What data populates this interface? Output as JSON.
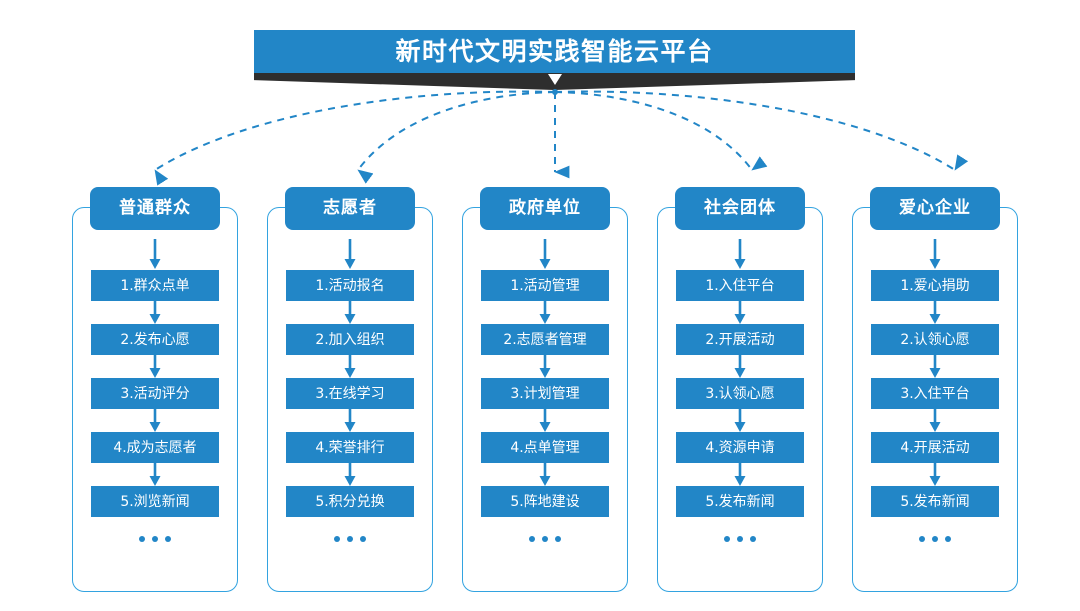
{
  "header": {
    "title": "新时代文明实践智能云平台",
    "chevron_icon": "chevron-down-icon"
  },
  "colors": {
    "primary_blue": "#2286c7",
    "outline_blue": "#33a3e0",
    "ribbon_dark": "#2e2e2e",
    "background": "#ffffff",
    "text_on_blue": "#ffffff"
  },
  "ellipsis": "•••",
  "columns": [
    {
      "title": "普通群众",
      "items": [
        "1.群众点单",
        "2.发布心愿",
        "3.活动评分",
        "4.成为志愿者",
        "5.浏览新闻"
      ]
    },
    {
      "title": "志愿者",
      "items": [
        "1.活动报名",
        "2.加入组织",
        "3.在线学习",
        "4.荣誉排行",
        "5.积分兑换"
      ]
    },
    {
      "title": "政府单位",
      "items": [
        "1.活动管理",
        "2.志愿者管理",
        "3.计划管理",
        "4.点单管理",
        "5.阵地建设"
      ]
    },
    {
      "title": "社会团体",
      "items": [
        "1.入住平台",
        "2.开展活动",
        "3.认领心愿",
        "4.资源申请",
        "5.发布新闻"
      ]
    },
    {
      "title": "爱心企业",
      "items": [
        "1.爱心捐助",
        "2.认领心愿",
        "3.入住平台",
        "4.开展活动",
        "5.发布新闻"
      ]
    }
  ],
  "connectors": {
    "origin_label": "platform-hub",
    "style": "dashed-curved-arrow",
    "count": 5
  }
}
